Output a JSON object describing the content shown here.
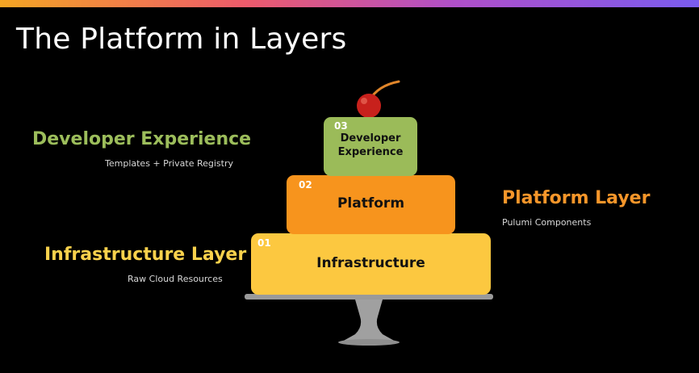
{
  "slide": {
    "title": "The Platform in Layers"
  },
  "colors": {
    "developer": "#9bbb59",
    "platform": "#f7941d",
    "infrastructure": "#fcc840",
    "developer_text": "#9cbd5b",
    "platform_text": "#f6962a",
    "infrastructure_text": "#f9d14c"
  },
  "callouts": {
    "developer": {
      "title": "Developer Experience",
      "subtitle": "Templates + Private Registry"
    },
    "platform": {
      "title": "Platform Layer",
      "subtitle": "Pulumi Components"
    },
    "infrastructure": {
      "title": "Infrastructure Layer",
      "subtitle": "Raw Cloud Resources"
    }
  },
  "cake": {
    "tiers": [
      {
        "number": "03",
        "label_line1": "Developer",
        "label_line2": "Experience"
      },
      {
        "number": "02",
        "label": "Platform"
      },
      {
        "number": "01",
        "label": "Infrastructure"
      }
    ],
    "topping_icon": "cherry-icon",
    "stand_icon": "cake-stand-icon"
  }
}
